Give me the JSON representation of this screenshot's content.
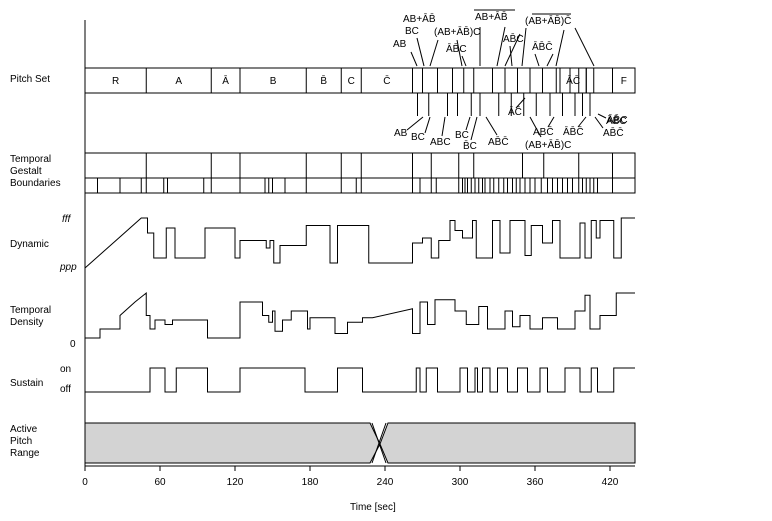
{
  "rows": {
    "pitch_set": "Pitch Set",
    "temporal_gestalt": [
      "Temporal",
      "Gestalt",
      "Boundaries"
    ],
    "dynamic": "Dynamic",
    "temporal_density": [
      "Temporal",
      "Density"
    ],
    "sustain": "Sustain",
    "active_pitch_range": [
      "Active",
      "Pitch",
      "Range"
    ]
  },
  "axis": {
    "xlabel": "Time [sec]",
    "ticks": [
      0,
      60,
      120,
      180,
      240,
      300,
      360,
      420
    ]
  },
  "dynamic_levels": {
    "high": "fff",
    "low": "ppp"
  },
  "density_zero": "0",
  "sustain_levels": {
    "on": "on",
    "off": "off"
  },
  "pitch_segments": [
    {
      "label": "R",
      "start": 0,
      "end": 49
    },
    {
      "label": "A",
      "start": 49,
      "end": 101
    },
    {
      "label": "Ā",
      "start": 101,
      "end": 124
    },
    {
      "label": "B",
      "start": 124,
      "end": 177
    },
    {
      "label": "B̄",
      "start": 177,
      "end": 205
    },
    {
      "label": "C",
      "start": 205,
      "end": 221
    },
    {
      "label": "C̄",
      "start": 221,
      "end": 262
    },
    {
      "label": "",
      "start": 262,
      "end": 380
    },
    {
      "label": "ĀC̄",
      "start": 380,
      "end": 401
    },
    {
      "label": "",
      "start": 401,
      "end": 422
    },
    {
      "label": "F",
      "start": 422,
      "end": 440
    }
  ],
  "annotations_top": [
    "AB+ĀB̄",
    "BC",
    "AB",
    "(AB+ĀB̄)C",
    "ĀB̄C",
    "AB+ĀB̄",
    "AB̄C",
    "ĀB̄C̄",
    "(AB+ĀB̄)C̄"
  ],
  "annotations_mid": [
    "ĀC̄",
    "ĀB̄C",
    "ABC̄",
    "ĀB̄C̄",
    "AB̄C̄"
  ],
  "annotations_bottom": [
    "AB",
    "BC",
    "ABC",
    "BC",
    "B̄C",
    "AB̄C̄",
    "(AB+ĀB̄)C",
    "ĀB̄C"
  ]
}
